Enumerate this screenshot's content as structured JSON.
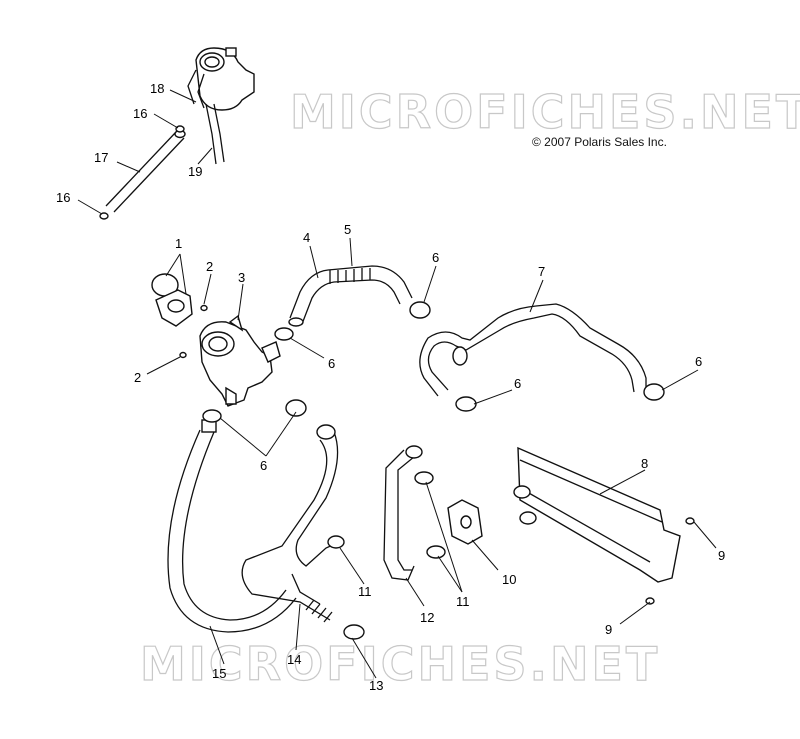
{
  "watermark_text": "MICROFICHES.NET",
  "copyright": "© 2007 Polaris Sales Inc.",
  "callouts": {
    "c1": "1",
    "c2a": "2",
    "c2b": "2",
    "c3": "3",
    "c4": "4",
    "c5": "5",
    "c6a": "6",
    "c6b": "6",
    "c6c": "6",
    "c6d": "6",
    "c6e": "6",
    "c7": "7",
    "c8": "8",
    "c9a": "9",
    "c9b": "9",
    "c10": "10",
    "c11a": "11",
    "c11b": "11",
    "c12": "12",
    "c13": "13",
    "c14": "14",
    "c15": "15",
    "c16a": "16",
    "c16b": "16",
    "c17": "17",
    "c18": "18",
    "c19": "19"
  }
}
